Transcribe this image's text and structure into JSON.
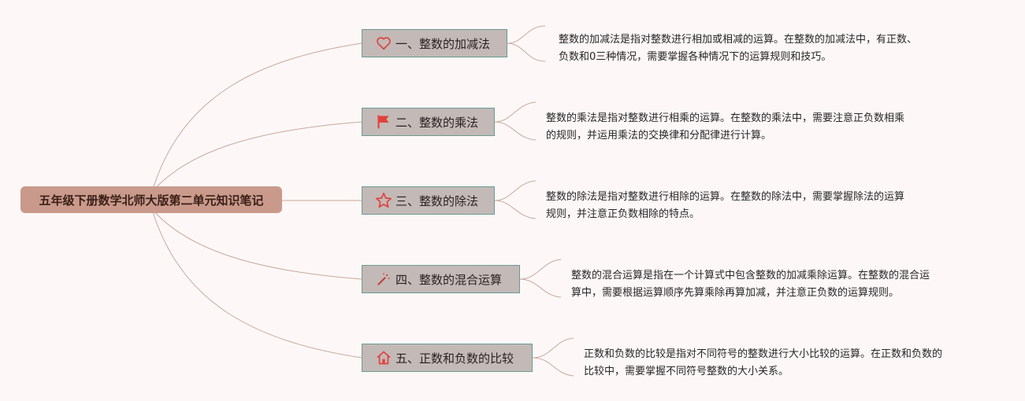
{
  "root": {
    "label": "五年级下册数学北师大版第二单元知识笔记"
  },
  "topics": [
    {
      "label": "一、整数的加减法",
      "icon": "heart-icon",
      "note_lines": [
        "整数的加减法是指对整数进行相加或相减的运算。在整数的加减法中，有正数、",
        "负数和0三种情况，需要掌握各种情况下的运算规则和技巧。"
      ]
    },
    {
      "label": "二、整数的乘法",
      "icon": "flag-icon",
      "note_lines": [
        "整数的乘法是指对整数进行相乘的运算。在整数的乘法中，需要注意正负数相乘",
        "的规则，并运用乘法的交换律和分配律进行计算。"
      ]
    },
    {
      "label": "三、整数的除法",
      "icon": "star-icon",
      "note_lines": [
        "整数的除法是指对整数进行相除的运算。在整数的除法中，需要掌握除法的运算",
        "规则，并注意正负数相除的特点。"
      ]
    },
    {
      "label": "四、整数的混合运算",
      "icon": "magic-wand-icon",
      "note_lines": [
        "整数的混合运算是指在一个计算式中包含整数的加减乘除运算。在整数的混合运",
        "算中，需要根据运算顺序先算乘除再算加减，并注意正负数的运算规则。"
      ]
    },
    {
      "label": "五、正数和负数的比较",
      "icon": "home-icon",
      "note_lines": [
        "正数和负数的比较是指对不同符号的整数进行大小比较的运算。在正数和负数的",
        "比较中，需要掌握不同符号整数的大小关系。"
      ]
    }
  ],
  "colors": {
    "background": "#fdf8f7",
    "root_fill": "#c99a8b",
    "topic_fill": "#c3b9b7",
    "topic_border": "#6a9c92",
    "connector": "#c9a89d",
    "icon_red": "#e0413a"
  }
}
